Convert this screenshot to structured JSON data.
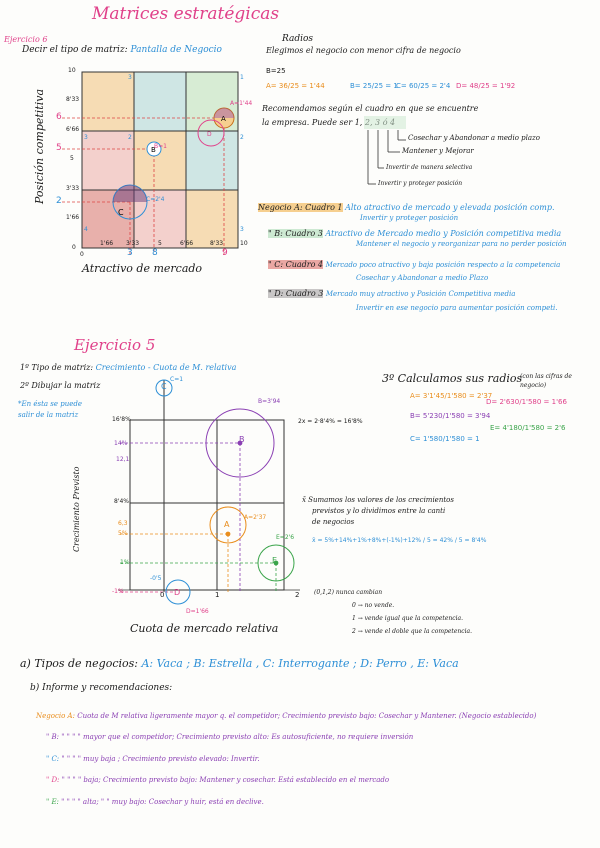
{
  "page": {
    "title": "Matrices estratégicas"
  },
  "ex6": {
    "label": "Ejercicio 6",
    "instruction": "Decir el tipo de matriz: ",
    "matrix_type": "Pantalla de Negocio",
    "y_label": "Posición competitiva",
    "x_label": "Atractivo de mercado",
    "y_ticks": [
      "10",
      "8'33",
      "6'66",
      "5",
      "3'33",
      "1'66",
      "0"
    ],
    "x_ticks": [
      "0",
      "1'66",
      "3'33",
      "5",
      "6'66",
      "8'33",
      "10"
    ],
    "cell_nums": [
      "1",
      "2",
      "3",
      "4"
    ],
    "ref_marks": [
      "6",
      "5",
      "2",
      "3",
      "9",
      "8",
      "10"
    ],
    "bubbles": [
      {
        "id": "A",
        "ann": "A=1'44"
      },
      {
        "id": "B",
        "ann": "B=1"
      },
      {
        "id": "C",
        "ann": "C=2'4"
      }
    ]
  },
  "radios": {
    "title": "Radios",
    "line1": "Elegimos el negocio con menor cifra de negocio",
    "b_eq": "B=25",
    "eqs": [
      {
        "text": "A= 36/25 = 1'44",
        "color": "#e98d1c"
      },
      {
        "text": "B= 25/25 = 1",
        "color": "#2d8fd6"
      },
      {
        "text": "C= 60/25 = 2'4",
        "color": "#2d8fd6"
      },
      {
        "text": "D= 48/25 = 1'92",
        "color": "#e0418a"
      }
    ],
    "rec1": "Recomendamos según el cuadro en que se encuentre",
    "rec2": "la empresa. Puede ser 1, 2, 3 ó 4",
    "actions": [
      "Cosechar y Abandonar a medio plazo",
      "Mantener y Mejorar",
      "Invertir de manera selectiva",
      "Invertir y proteger posición"
    ]
  },
  "negocios6": [
    {
      "tag": "Negocio A: Cuadro 1",
      "text": "Alto atractivo de mercado y elevada posición comp.",
      "sub": "Invertir y proteger posición"
    },
    {
      "tag": "\" B: Cuadro 3",
      "text": "Atractivo de Mercado medio y Posición competitiva media",
      "sub": "Mantener el negocio y reorganizar para no perder posición"
    },
    {
      "tag": "\" C: Cuadro 4",
      "text": "Mercado poco atractivo y baja posición respecto a la competencia",
      "sub": "Cosechar y Abandonar a medio Plazo"
    },
    {
      "tag": "\" D: Cuadro 3",
      "text": "Mercado muy atractivo y Posición Competitiva media",
      "sub": "Invertir en ese negocio para aumentar posición competi."
    }
  ],
  "ex5": {
    "label": "Ejercicio 5",
    "step1_a": "1º Tipo de matriz: ",
    "step1_b": "Crecimiento - Cuota de M. relativa",
    "step2": "2º Dibujar la matriz",
    "note": "*En ésta se puede salir de la matriz",
    "step3": "3º Calculamos sus radios",
    "step3_note": "(con las cifras de negocio)",
    "radios": [
      {
        "text": "A= 3'1'45/1'580 = 2'37",
        "color": "#e98d1c"
      },
      {
        "text": "B= 5'230/1'580 = 3'94",
        "color": "#8a3fb3"
      },
      {
        "text": "C= 1'580/1'580 = 1",
        "color": "#2d8fd6"
      },
      {
        "text": "D= 2'630/1'580 = 1'66",
        "color": "#e0418a"
      },
      {
        "text": "E= 4'180/1'580 = 2'6",
        "color": "#3aa44a"
      }
    ],
    "y_label": "Crecimiento Previsto",
    "x_label": "Cuota de mercado relativa",
    "y_ticks": [
      "16'8%",
      "14%",
      "12,1",
      "8'4%",
      "6,3",
      "5%",
      "1%",
      "-0'5",
      "-1%"
    ],
    "x_ticks": [
      "0",
      "1",
      "2"
    ],
    "bubble_anns": [
      "C=1",
      "B=3'94",
      "A=2'37",
      "E=2'6",
      "D=1'66"
    ],
    "bubble_ids": [
      "C",
      "B",
      "A",
      "E",
      "D"
    ],
    "mid_line": "2x = 2·8'4% = 16'8%",
    "sum_note1": "x̄ Sumamos los valores de los crecimientos",
    "sum_note2": "previstos y lo dividimos entre la canti",
    "sum_note3": "de negocios",
    "formula": "x̄ = 5%+14%+1%+8%+(-1%)+12% / 5 = 42% / 5 = 8'4%",
    "scale_note": "(0,1,2) nunca cambian",
    "scale": [
      "0 → no vende.",
      "1 → vende igual que la competencia.",
      "2 → vende el doble que la competencia."
    ]
  },
  "tipos": {
    "prefix": "a) Tipos de negocios: ",
    "text": "A: Vaca ; B: Estrella , C: Interrogante ; D: Perro , E: Vaca"
  },
  "informe": {
    "title": "b) Informe y recomendaciones:",
    "rows": [
      {
        "label": "Negocio A:",
        "text": "Cuota de M relativa ligeramente mayor q. el competidor; Crecimiento previsto bajo: Cosechar y Mantener. (Negocio establecido)"
      },
      {
        "label": "\" B:",
        "text": "\" \" \" \" mayor que el competidor; Crecimiento previsto alto: Es autosuficiente, no requiere inversión"
      },
      {
        "label": "\" C:",
        "text": "\" \" \" \" muy baja ; Crecimiento previsto elevado: Invertir."
      },
      {
        "label": "\" D:",
        "text": "\" \" \" \" baja; Crecimiento previsto bajo: Mantener y cosechar. Está establecido en el mercado"
      },
      {
        "label": "\" E:",
        "text": "\" \" \" \" alta; \" \" muy bajo: Cosechar y huir, está en declive."
      }
    ]
  },
  "colors": {
    "pink": "#e0418a",
    "blue": "#2d8fd6",
    "orange": "#e98d1c",
    "purple": "#8a3fb3",
    "green": "#3aa44a"
  }
}
